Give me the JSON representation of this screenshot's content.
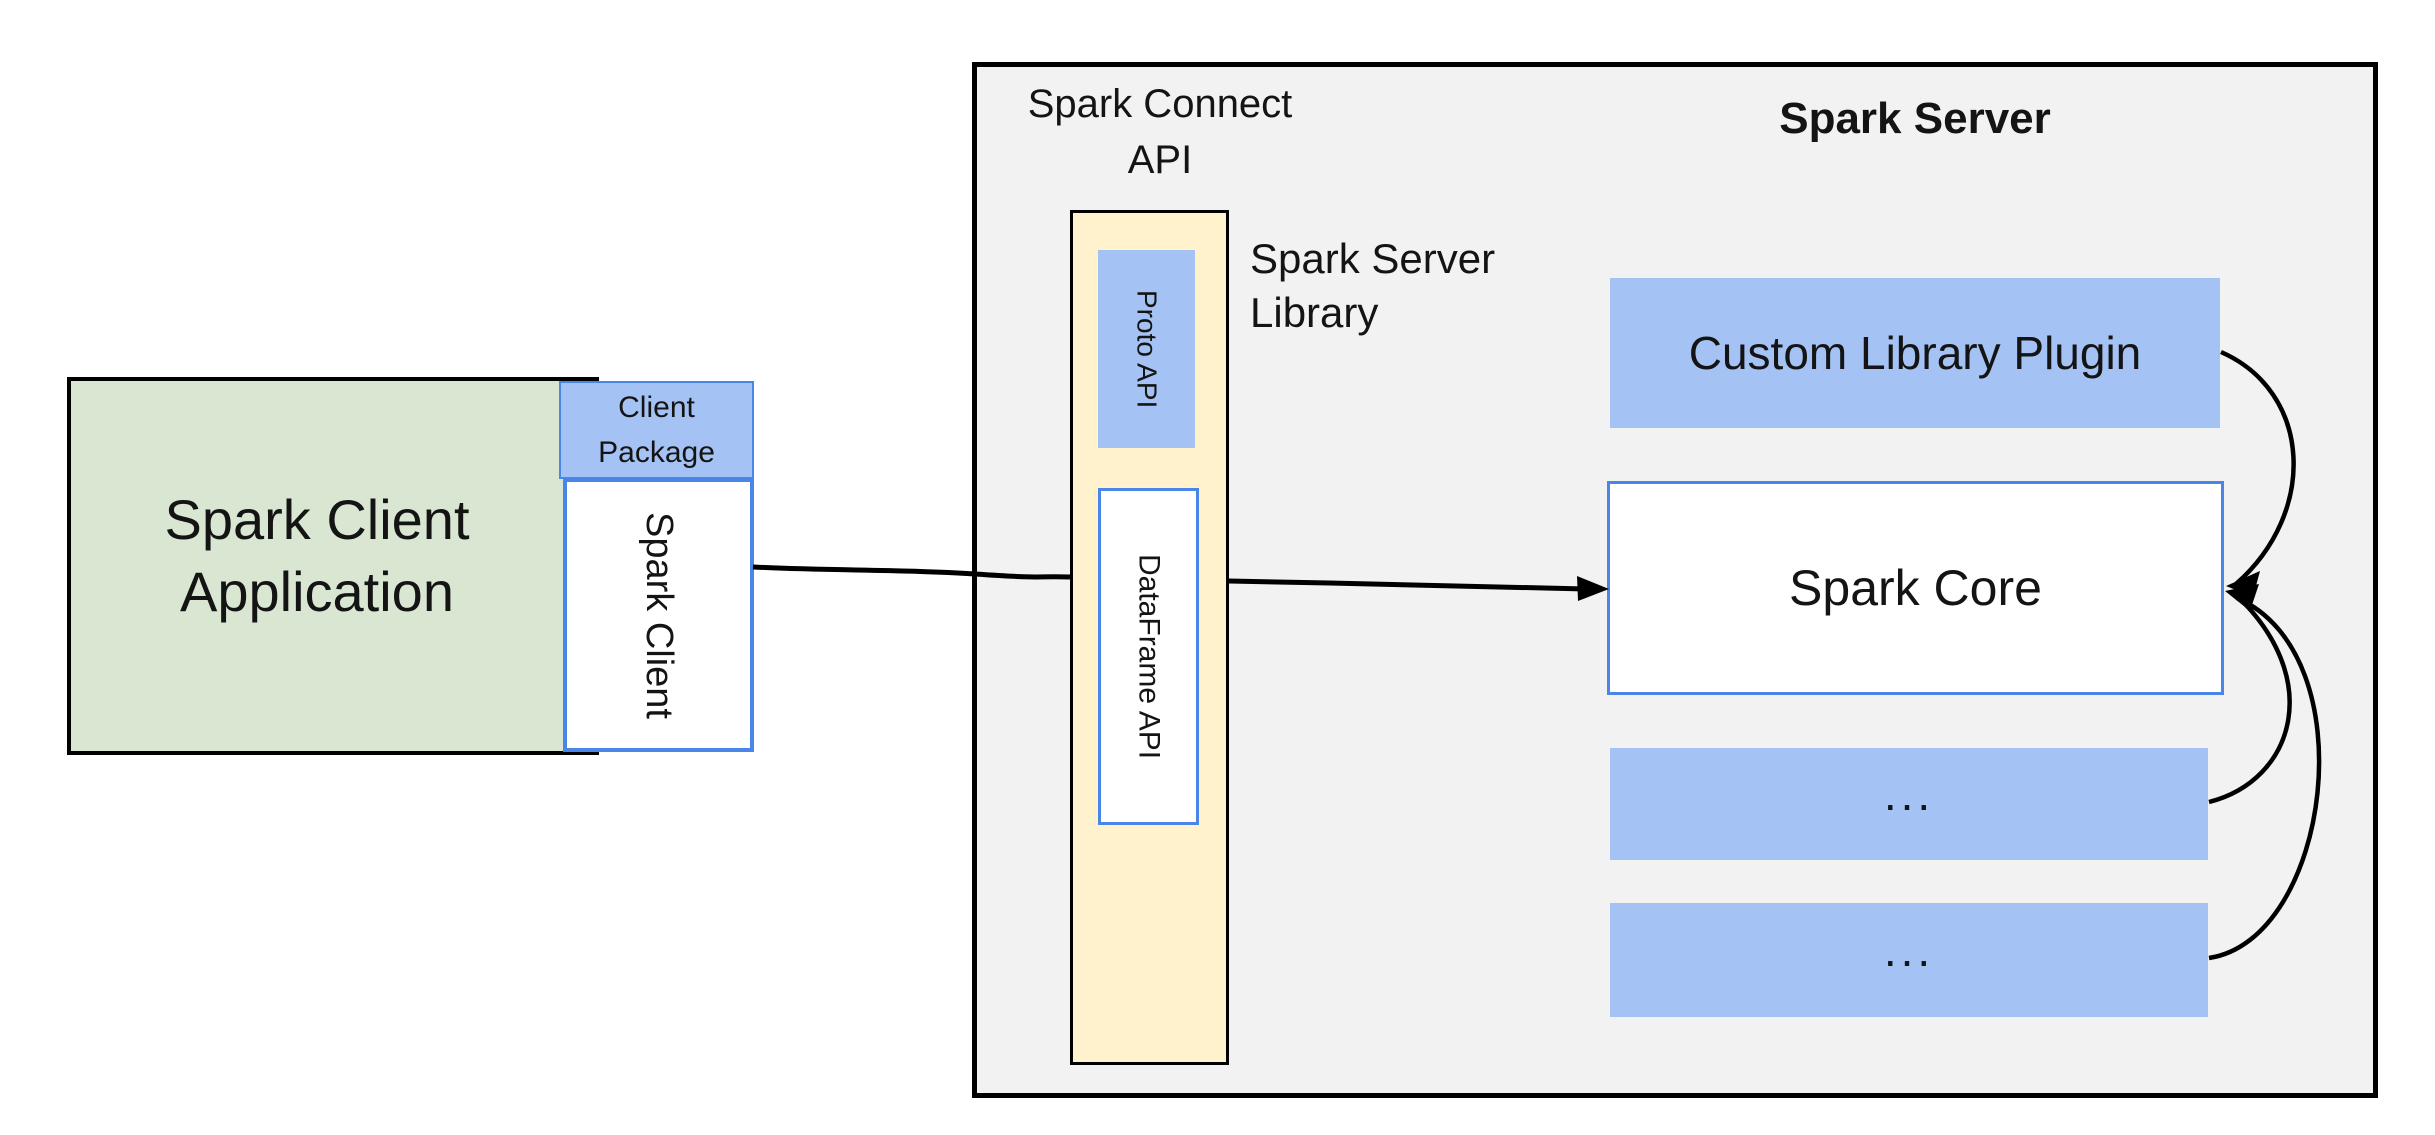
{
  "diagram": {
    "client": {
      "title": "Spark Client\nApplication",
      "package_label": "Client\nPackage",
      "client_label": "Spark Client"
    },
    "connect": {
      "heading": "Spark Connect\nAPI",
      "server_library_label": "Spark Server\nLibrary",
      "proto_api_label": "Proto  API",
      "dataframe_api_label": "DataFrame API"
    },
    "server": {
      "heading": "Spark Server",
      "plugin_label": "Custom Library Plugin",
      "core_label": "Spark Core",
      "placeholder_1": "...",
      "placeholder_2": "..."
    }
  },
  "colors": {
    "client_app_fill": "#d9e7d2",
    "package_fill": "#a4c2f4",
    "package_border": "#4a86e8",
    "server_library_fill": "#fff2cc",
    "server_container_fill": "#f2f2f2",
    "box_border_black": "#000000",
    "blue_box_border": "#4a86e8",
    "arrow_color": "#000000",
    "text_color": "#141414"
  }
}
